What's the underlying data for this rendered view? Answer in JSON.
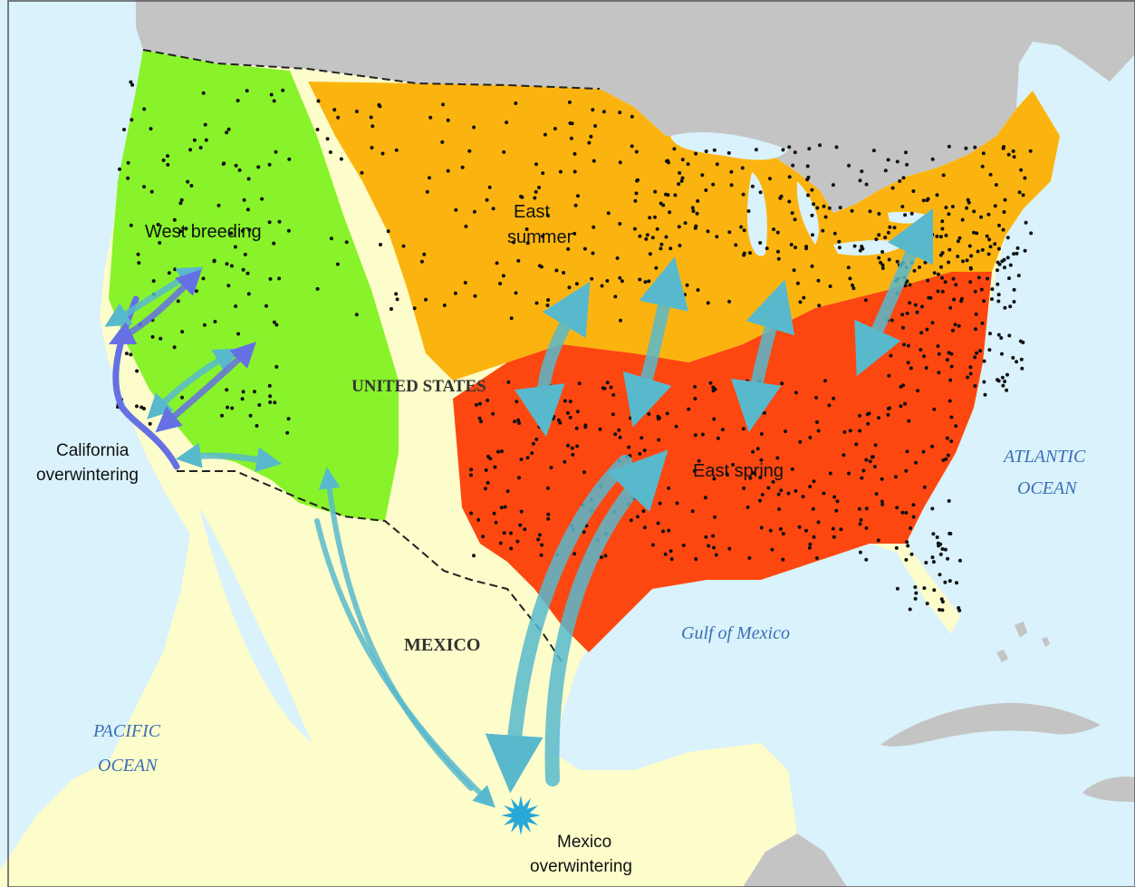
{
  "map": {
    "colors": {
      "ocean": "#d9f2fb",
      "foreign_land": "#c4c4c4",
      "land": "#fdfccb",
      "west_breeding": "#88f32a",
      "east_summer": "#fbb40f",
      "east_spring": "#fd4711",
      "sighting_dot": "#111111",
      "migration_arrow": "#58b9cd",
      "california_coast_arrow": "#6570e3",
      "overwinter_star": "#27a8d8",
      "water_label": "#3a6fb5"
    },
    "regions": {
      "west_breeding": "West breeding",
      "east_summer_line1": "East",
      "east_summer_line2": "summer",
      "east_spring": "East spring",
      "california_line1": "California",
      "california_line2": "overwintering",
      "mexico_line1": "Mexico",
      "mexico_line2": "overwintering"
    },
    "countries": {
      "usa": "UNITED STATES",
      "mexico": "MEXICO"
    },
    "water": {
      "atlantic_line1": "ATLANTIC",
      "atlantic_line2": "OCEAN",
      "pacific_line1": "PACIFIC",
      "pacific_line2": "OCEAN",
      "gulf": "Gulf of Mexico"
    }
  }
}
